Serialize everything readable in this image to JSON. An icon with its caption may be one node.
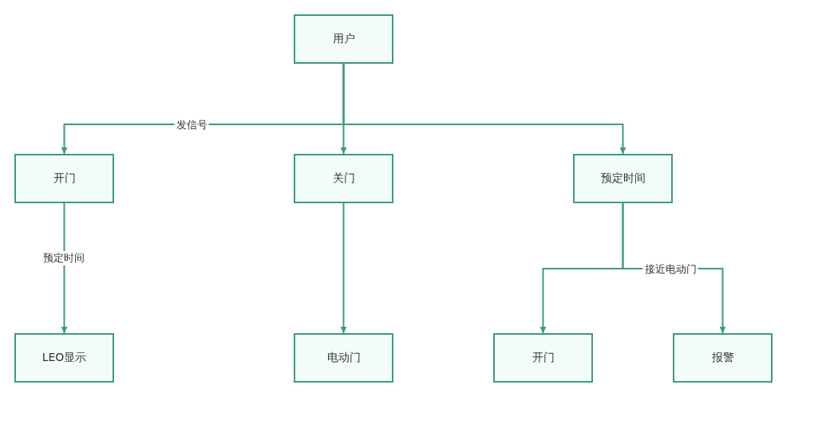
{
  "diagram": {
    "nodes": [
      {
        "text": [
          "用户"
        ]
      },
      {
        "text": [
          "开门"
        ]
      },
      {
        "text": [
          "关门"
        ]
      },
      {
        "text": [
          "预定时间"
        ]
      },
      {
        "text": [
          "LEO显示"
        ]
      },
      {
        "text": [
          "电动门"
        ]
      },
      {
        "text": [
          "开门"
        ]
      },
      {
        "text": [
          "报警"
        ]
      }
    ],
    "edges": [
      {
        "from": 0,
        "to": 1,
        "arrow": "to",
        "label": "发信号"
      },
      {
        "from": 0,
        "to": 2,
        "arrow": "to"
      },
      {
        "from": 0,
        "to": 3,
        "arrow": "to"
      },
      {
        "from": 1,
        "to": 4,
        "arrow": "to",
        "label": "预定时间"
      },
      {
        "from": 2,
        "to": 5,
        "arrow": "to"
      },
      {
        "from": 3,
        "to": 6,
        "arrow": "to"
      },
      {
        "from": 3,
        "to": 7,
        "arrow": "to",
        "label": "接近电动门"
      }
    ]
  }
}
